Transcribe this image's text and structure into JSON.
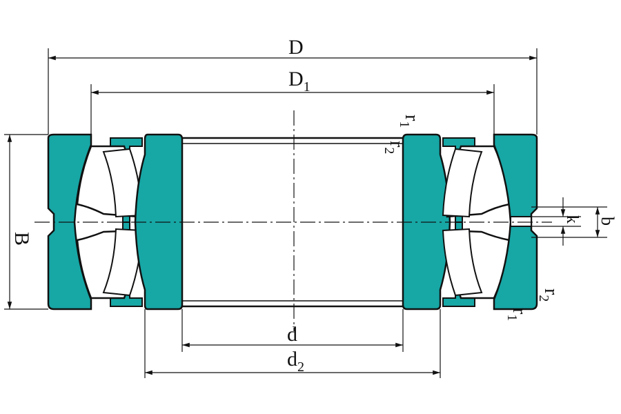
{
  "diagram": {
    "colors": {
      "ring_fill": "#17a7a5",
      "roller_fill": "#ffffff",
      "outline": "#111111",
      "background": "#ffffff"
    },
    "labels": {
      "D": "D",
      "D1_main": "D",
      "D1_sub": "1",
      "B": "B",
      "d": "d",
      "d2_main": "d",
      "d2_sub": "2",
      "b": "b",
      "k": "k",
      "r1_top_main": "r",
      "r1_top_sub": "1",
      "r2_top_main": "r",
      "r2_top_sub": "2",
      "r2_bot_main": "r",
      "r2_bot_sub": "2",
      "r1_bot_main": "r",
      "r1_bot_sub": "1"
    }
  }
}
